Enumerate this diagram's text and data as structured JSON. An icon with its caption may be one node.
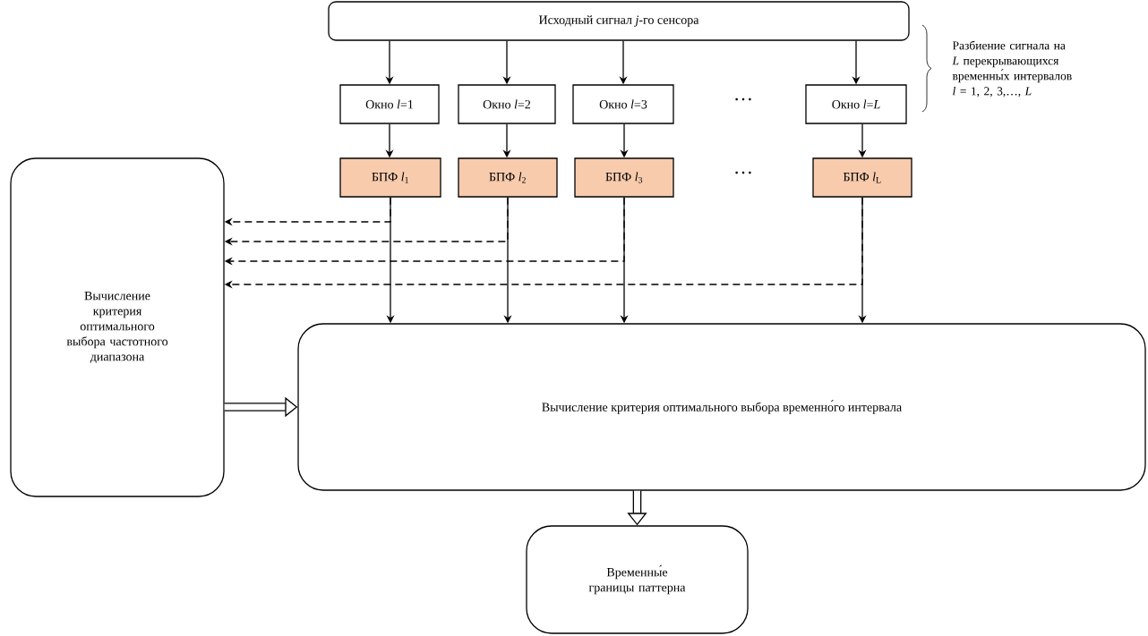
{
  "diagram": {
    "nodes": [
      {
        "text": [
          "Исходный сигнал *j*-го сенсора"
        ]
      },
      {
        "text": [
          "Окно *l*=1"
        ]
      },
      {
        "text": [
          "Окно *l*=2"
        ]
      },
      {
        "text": [
          "Окно *l*=3"
        ]
      },
      {
        "text": [
          "Окно *l*=*L*"
        ]
      },
      {
        "text": [
          "БПФ *l*$_{1}$"
        ]
      },
      {
        "text": [
          "БПФ *l*$_{2}$"
        ]
      },
      {
        "text": [
          "БПФ *l*$_{3}$"
        ]
      },
      {
        "text": [
          "БПФ *l*$_{L}$"
        ]
      },
      {
        "text": [
          "Вычисление критерия оптимального выбора частотного диапазона"
        ]
      },
      {
        "text": [
          "Вычисление критерия оптимального выбора временно́го интервала"
        ]
      },
      {
        "text": [
          "Временны́е границы паттерна"
        ]
      }
    ],
    "edges": [
      {
        "from": 0,
        "to": 1,
        "arrow": "to"
      },
      {
        "from": 0,
        "to": 2,
        "arrow": "to"
      },
      {
        "from": 0,
        "to": 3,
        "arrow": "to"
      },
      {
        "from": 0,
        "to": 4,
        "arrow": "to"
      },
      {
        "from": 1,
        "to": 5,
        "arrow": "to"
      },
      {
        "from": 2,
        "to": 6,
        "arrow": "to"
      },
      {
        "from": 3,
        "to": 7,
        "arrow": "to"
      },
      {
        "from": 4,
        "to": 8,
        "arrow": "to"
      },
      {
        "from": 5,
        "to": 10,
        "arrow": "to"
      },
      {
        "from": 6,
        "to": 10,
        "arrow": "to"
      },
      {
        "from": 7,
        "to": 10,
        "arrow": "to"
      },
      {
        "from": 8,
        "to": 10,
        "arrow": "to"
      },
      {
        "from": 5,
        "to": 9,
        "arrow": "to",
        "style": "dashed"
      },
      {
        "from": 6,
        "to": 9,
        "arrow": "to",
        "style": "dashed"
      },
      {
        "from": 7,
        "to": 9,
        "arrow": "to",
        "style": "dashed"
      },
      {
        "from": 8,
        "to": 9,
        "arrow": "to",
        "style": "dashed"
      },
      {
        "from": 9,
        "to": 10,
        "arrow": "to",
        "style": "thick"
      },
      {
        "from": 10,
        "to": 11,
        "arrow": "to",
        "style": "thick"
      }
    ],
    "labels": [
      "…",
      "…",
      "Разбиение сигнала на *L* перекрывающихся временны́х интервалов *l* = 1, 2, 3,…, *L*"
    ]
  }
}
